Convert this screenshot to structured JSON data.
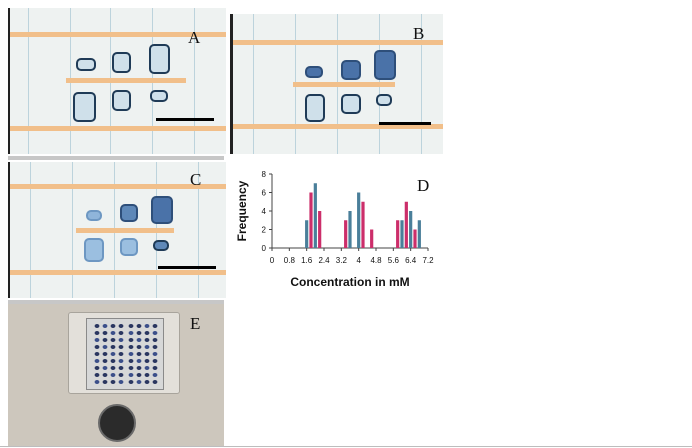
{
  "panels": {
    "a": {
      "label": "A"
    },
    "b": {
      "label": "B"
    },
    "c": {
      "label": "C"
    },
    "d": {
      "label": "D"
    },
    "e": {
      "label": "E"
    }
  },
  "colors": {
    "series_1": "#4a7f9a",
    "series_2": "#cc2e6a",
    "tape": "#f1bf8a"
  },
  "chart_data": {
    "type": "bar",
    "xlabel": "Concentration in mM",
    "ylabel": "Frequency",
    "xlim": [
      0,
      7.2
    ],
    "ylim": [
      0,
      8
    ],
    "xticks": [
      "0",
      "0.8",
      "1.6",
      "2.4",
      "3.2",
      "4",
      "4.8",
      "5.6",
      "6.4",
      "7.2"
    ],
    "yticks": [
      "0",
      "2",
      "4",
      "6",
      "8"
    ],
    "series": [
      {
        "x": [
          1.6,
          2.0,
          3.6,
          4.0,
          6.0,
          6.4,
          6.8
        ],
        "values": [
          3,
          7,
          4,
          6,
          3,
          4,
          3
        ]
      },
      {
        "x": [
          1.8,
          2.2,
          3.4,
          4.2,
          4.6,
          5.8,
          6.2,
          6.6
        ],
        "values": [
          6,
          4,
          3,
          5,
          2,
          3,
          5,
          2
        ]
      }
    ]
  }
}
